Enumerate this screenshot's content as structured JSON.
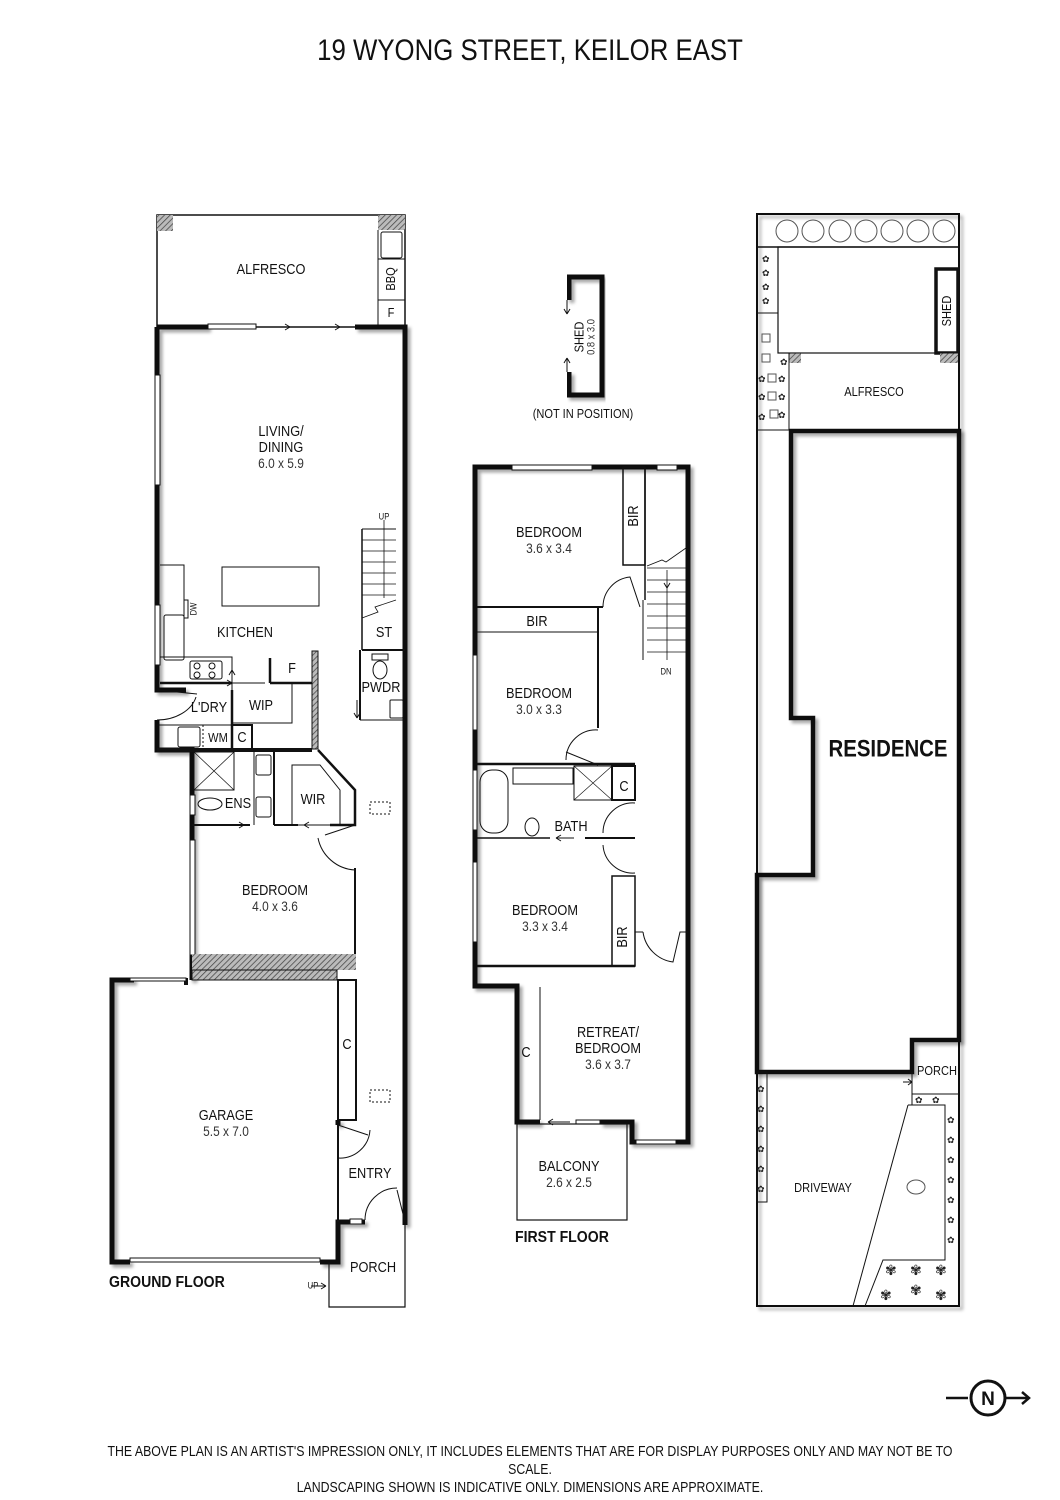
{
  "title": "19 WYONG STREET, KEILOR EAST",
  "ground_floor": {
    "label": "GROUND FLOOR",
    "rooms": [
      {
        "name": "ALFRESCO",
        "dims": ""
      },
      {
        "name": "BBQ",
        "dims": ""
      },
      {
        "name": "F",
        "dims": ""
      },
      {
        "name": "LIVING/ DINING",
        "line1": "LIVING/",
        "line2": "DINING",
        "dims": "6.0 x 5.9"
      },
      {
        "name": "KITCHEN",
        "dims": ""
      },
      {
        "name": "DW",
        "dims": ""
      },
      {
        "name": "F",
        "dims": ""
      },
      {
        "name": "L'DRY",
        "dims": ""
      },
      {
        "name": "WIP",
        "dims": ""
      },
      {
        "name": "WM",
        "dims": ""
      },
      {
        "name": "C",
        "dims": ""
      },
      {
        "name": "ST",
        "dims": ""
      },
      {
        "name": "PWDR",
        "dims": ""
      },
      {
        "name": "ENS",
        "dims": ""
      },
      {
        "name": "WIR",
        "dims": ""
      },
      {
        "name": "BEDROOM",
        "dims": "4.0 x 3.6"
      },
      {
        "name": "GARAGE",
        "dims": "5.5 x 7.0"
      },
      {
        "name": "C",
        "dims": ""
      },
      {
        "name": "ENTRY",
        "dims": ""
      },
      {
        "name": "PORCH",
        "dims": ""
      }
    ],
    "stair_up": "UP",
    "porch_up": "UP"
  },
  "shed": {
    "name": "SHED",
    "dims": "0.8 x 3.0",
    "note": "(NOT IN POSITION)"
  },
  "first_floor": {
    "label": "FIRST FLOOR",
    "rooms": [
      {
        "name": "BEDROOM",
        "dims": "3.6 x 3.4"
      },
      {
        "name": "BIR",
        "dims": ""
      },
      {
        "name": "BIR",
        "dims": ""
      },
      {
        "name": "BEDROOM",
        "dims": "3.0 x 3.3"
      },
      {
        "name": "C",
        "dims": ""
      },
      {
        "name": "BATH",
        "dims": ""
      },
      {
        "name": "BEDROOM",
        "dims": "3.3 x 3.4"
      },
      {
        "name": "BIR",
        "dims": ""
      },
      {
        "name": "RETREAT/ BEDROOM",
        "line1": "RETREAT/",
        "line2": "BEDROOM",
        "dims": "3.6 x 3.7"
      },
      {
        "name": "C",
        "dims": ""
      },
      {
        "name": "BALCONY",
        "dims": "2.6 x 2.5"
      }
    ],
    "stair_down": "DN"
  },
  "site_plan": {
    "shed": "SHED",
    "alfresco": "ALFRESCO",
    "residence": "RESIDENCE",
    "porch": "PORCH",
    "driveway": "DRIVEWAY"
  },
  "compass": {
    "letter": "N"
  },
  "disclaimer": {
    "line1": "THE ABOVE PLAN IS AN ARTIST'S IMPRESSION ONLY, IT INCLUDES ELEMENTS THAT ARE FOR DISPLAY PURPOSES ONLY AND MAY NOT BE TO SCALE.",
    "line2": "LANDSCAPING SHOWN IS INDICATIVE ONLY. DIMENSIONS ARE APPROXIMATE."
  }
}
